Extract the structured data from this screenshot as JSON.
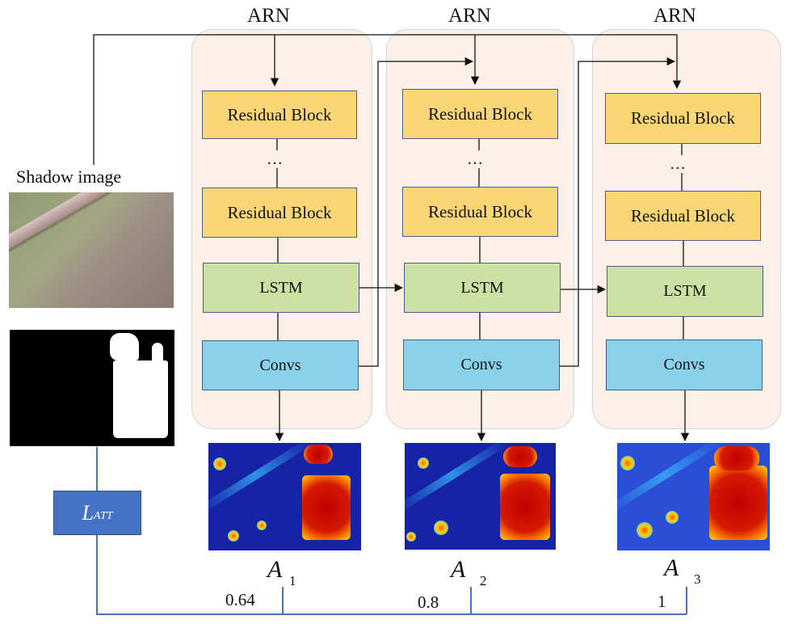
{
  "arn_blocks": [
    {
      "title": "ARN",
      "residual_top": "Residual Block",
      "ellipsis": "…",
      "residual_bottom": "Residual Block",
      "lstm": "LSTM",
      "convs": "Convs",
      "attention_label": "A",
      "attention_index": "1",
      "weight": "0.64"
    },
    {
      "title": "ARN",
      "residual_top": "Residual Block",
      "ellipsis": "…",
      "residual_bottom": "Residual Block",
      "lstm": "LSTM",
      "convs": "Convs",
      "attention_label": "A",
      "attention_index": "2",
      "weight": "0.8"
    },
    {
      "title": "ARN",
      "residual_top": "Residual Block",
      "ellipsis": "…",
      "residual_bottom": "Residual Block",
      "lstm": "LSTM",
      "convs": "Convs",
      "attention_label": "A",
      "attention_index": "3",
      "weight": "1"
    }
  ],
  "input": {
    "label": "Shadow image"
  },
  "loss": {
    "symbol": "L",
    "subscript": "ATT"
  },
  "colors": {
    "residual_block": "#fbd675",
    "lstm": "#cde1a4",
    "convs": "#8ad2ea",
    "panel": "#fcf0e8",
    "loss_box": "#4472c4",
    "loss_connector": "#4472c4",
    "arrows": "#111111"
  }
}
